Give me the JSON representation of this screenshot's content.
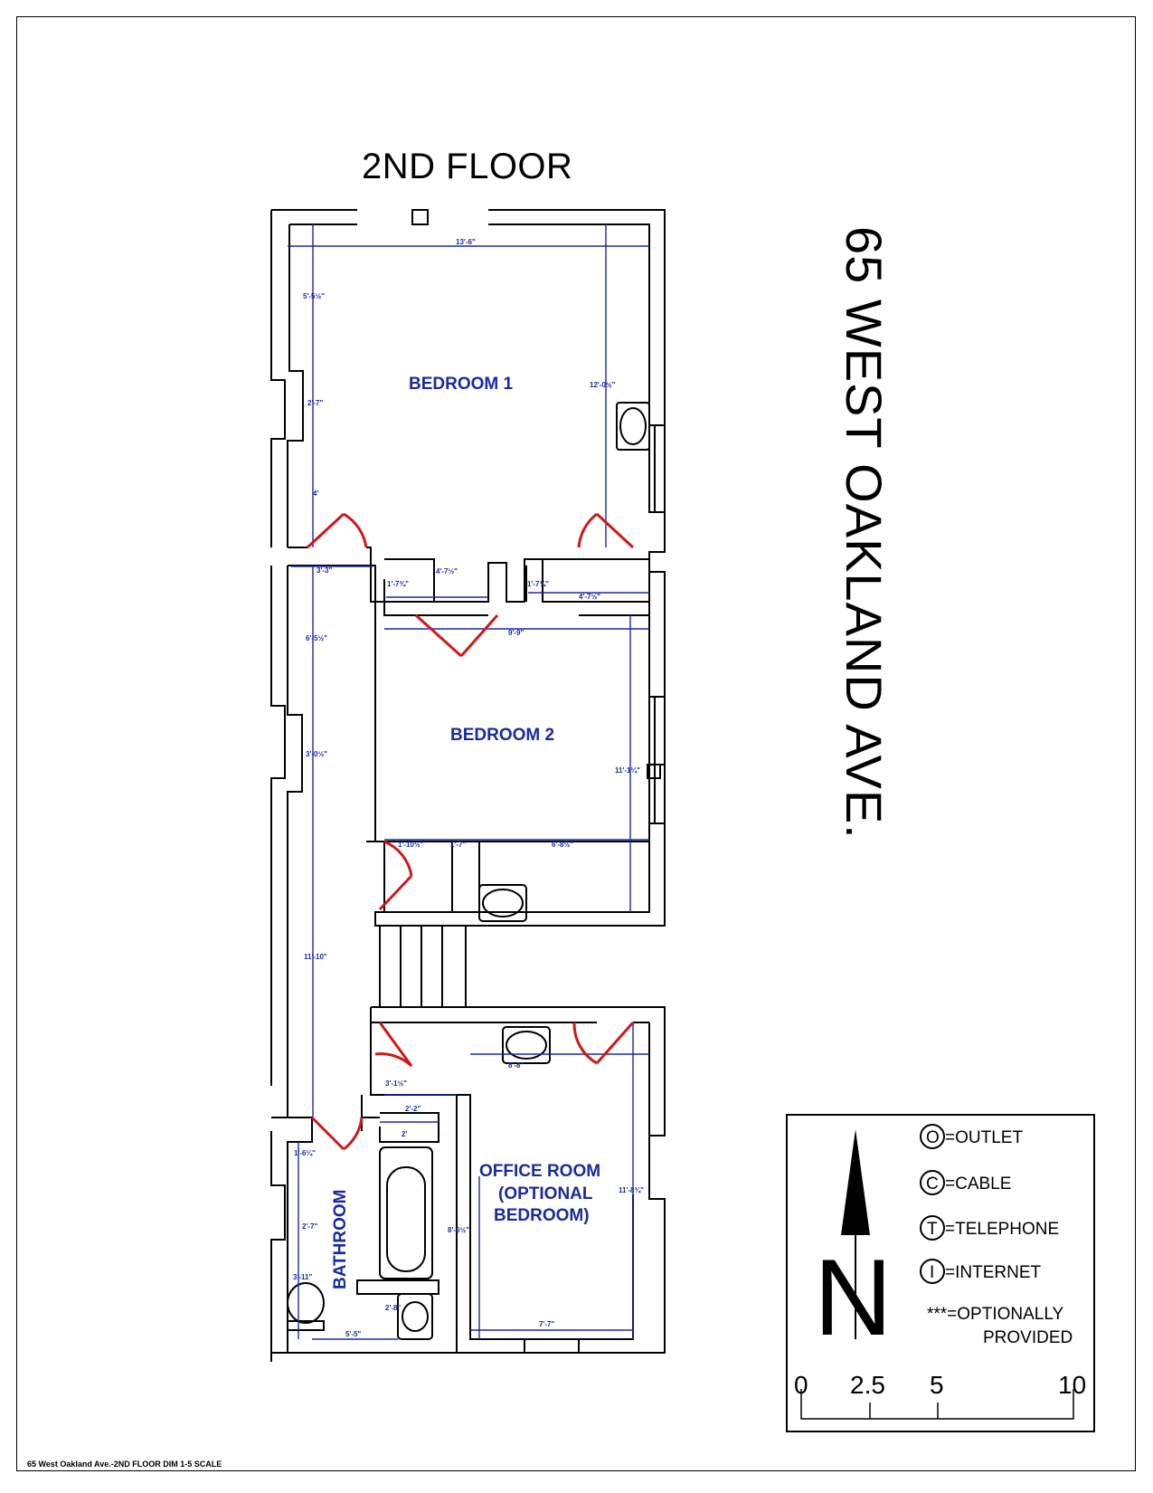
{
  "title": "2ND FLOOR",
  "address": "65 WEST OAKLAND AVE.",
  "footer": "65 West Oakland Ave.-2ND FLOOR DIM 1-5 SCALE",
  "rooms": {
    "bedroom1": "BEDROOM 1",
    "bedroom2": "BEDROOM 2",
    "office_line1": "OFFICE ROOM",
    "office_line2": "(OPTIONAL",
    "office_line3": "BEDROOM)",
    "bathroom": "BATHROOM"
  },
  "dimensions": {
    "d1": "13'-6\"",
    "d2": "5'-5½\"",
    "d3": "12'-0½\"",
    "d4": "2'-7\"",
    "d5": "4'",
    "d6": "3'-3\"",
    "d7": "1'-7¾\"",
    "d8": "4'-7½\"",
    "d9": "1'-7¾\"",
    "d10": "4'-7½\"",
    "d11": "6'-5½\"",
    "d12": "9'-9\"",
    "d13": "3'-0½\"",
    "d14": "11'-1¼\"",
    "d15": "1'-10½\"",
    "d16": "1'-7\"",
    "d17": "6'-8½\"",
    "d18": "11'-10\"",
    "d19": "3'-1½\"",
    "d20": "8'-8\"",
    "d21": "2'-2\"",
    "d22": "1'-6¼\"",
    "d23": "2'",
    "d24": "11'-8¾\"",
    "d25": "2'-7\"",
    "d26": "8'-6½\"",
    "d27": "3'-11\"",
    "d28": "2'-8\"",
    "d29": "5'-5\"",
    "d30": "7'-7\""
  },
  "legend": {
    "outlet_symbol": "O",
    "outlet": "=OUTLET",
    "cable_symbol": "C",
    "cable": "=CABLE",
    "telephone_symbol": "T",
    "telephone": "=TELEPHONE",
    "internet_symbol": "I",
    "internet": "=INTERNET",
    "optional_line1": "***=OPTIONALLY",
    "optional_line2": "PROVIDED",
    "north_letter": "N",
    "north_icon": "north-arrow-icon"
  },
  "scale_bar": {
    "ticks": [
      "0",
      "2.5",
      "5",
      "10"
    ]
  },
  "colors": {
    "walls": "#000000",
    "dimensions": "#1a2aa0",
    "doors": "#d01818"
  }
}
